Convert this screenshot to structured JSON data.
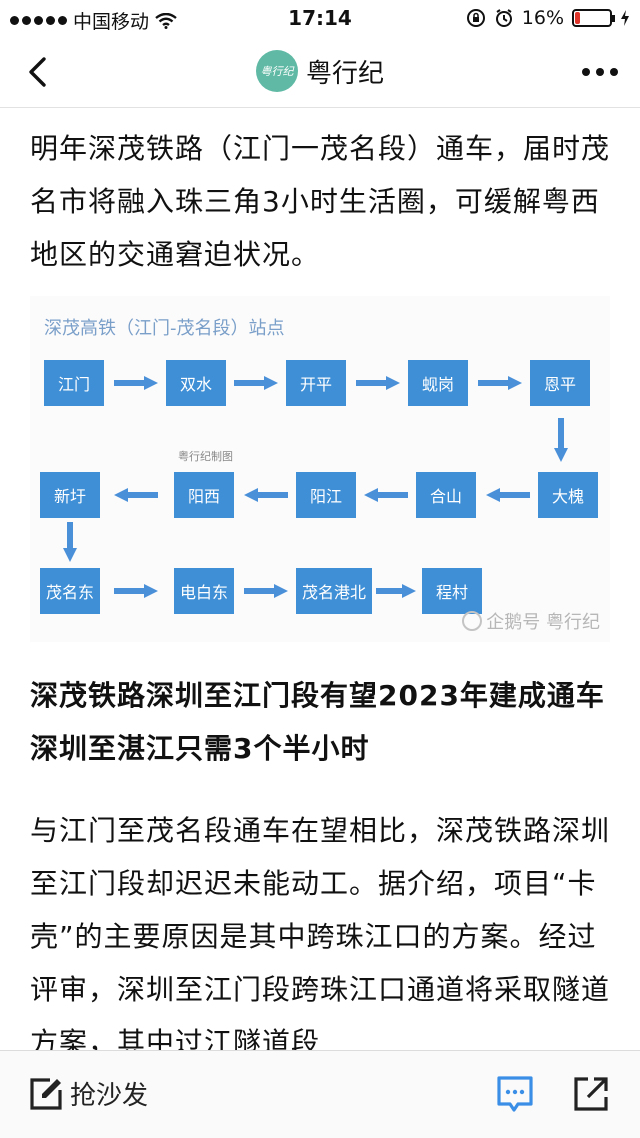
{
  "status_bar": {
    "carrier": "中国移动",
    "time": "17:14",
    "battery": "16%",
    "battery_level": 0.16
  },
  "nav": {
    "title": "粤行纪",
    "logo_text": "粤行纪"
  },
  "article": {
    "paragraph1": "明年深茂铁路（江门一茂名段）通车，届时茂名市将融入珠三角3小时生活圈，可缓解粤西地区的交通窘迫状况。",
    "heading": "深茂铁路深圳至江门段有望2023年建成通车深圳至湛江只需3个半小时",
    "paragraph2": "与江门至茂名段通车在望相比，深茂铁路深圳至江门段却迟迟未能动工。据介绍，项目“卡壳”的主要原因是其中跨珠江口的方案。经过评审，深圳至江门段跨珠江口通道将采取隧道方案，其中过江隧道段"
  },
  "diagram": {
    "title": "深茂高铁（江门-茂名段）站点",
    "credit": "粤行纪制图",
    "watermark": "企鹅号 粤行纪",
    "stations": [
      "江门",
      "双水",
      "开平",
      "蚬岗",
      "恩平",
      "大槐",
      "合山",
      "阳江",
      "阳西",
      "新圩",
      "茂名东",
      "电白东",
      "茂名港北",
      "程村"
    ]
  },
  "bottom_bar": {
    "comment_label": "抢沙发"
  },
  "colors": {
    "station_blue": "#3f8fd6",
    "arrow_blue": "#4a90d9",
    "accent_blue": "#3a8ee6"
  }
}
